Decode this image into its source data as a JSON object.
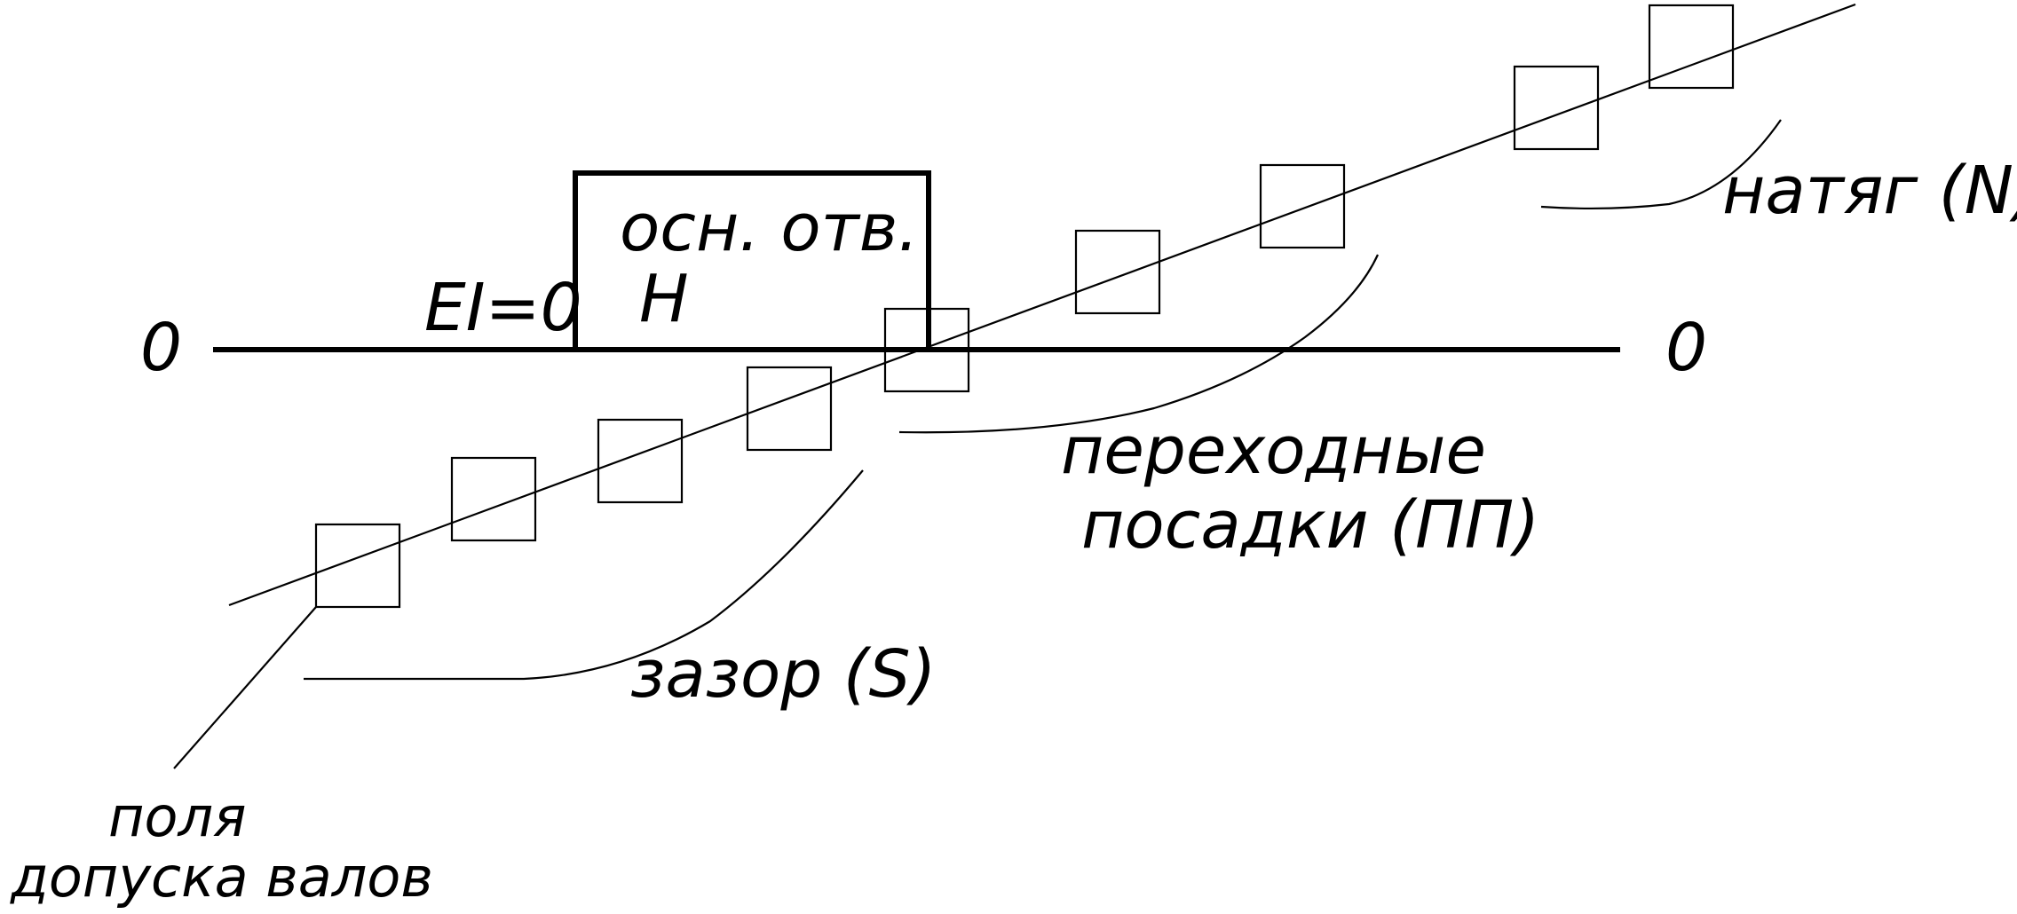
{
  "labels": {
    "zero_left": "0",
    "zero_right": "0",
    "ei": "EI=0",
    "hole_name": "осн. отв.",
    "hole_symbol": "H",
    "interference": "натяг (N)",
    "transition_line1": "переходные",
    "transition_line2": "посадки (ПП)",
    "clearance": "зазор (S)",
    "shaft_fields_line1": "поля",
    "shaft_fields_line2": "допуска валов"
  },
  "colors": {
    "ink": "#000000",
    "background": "#ffffff"
  }
}
